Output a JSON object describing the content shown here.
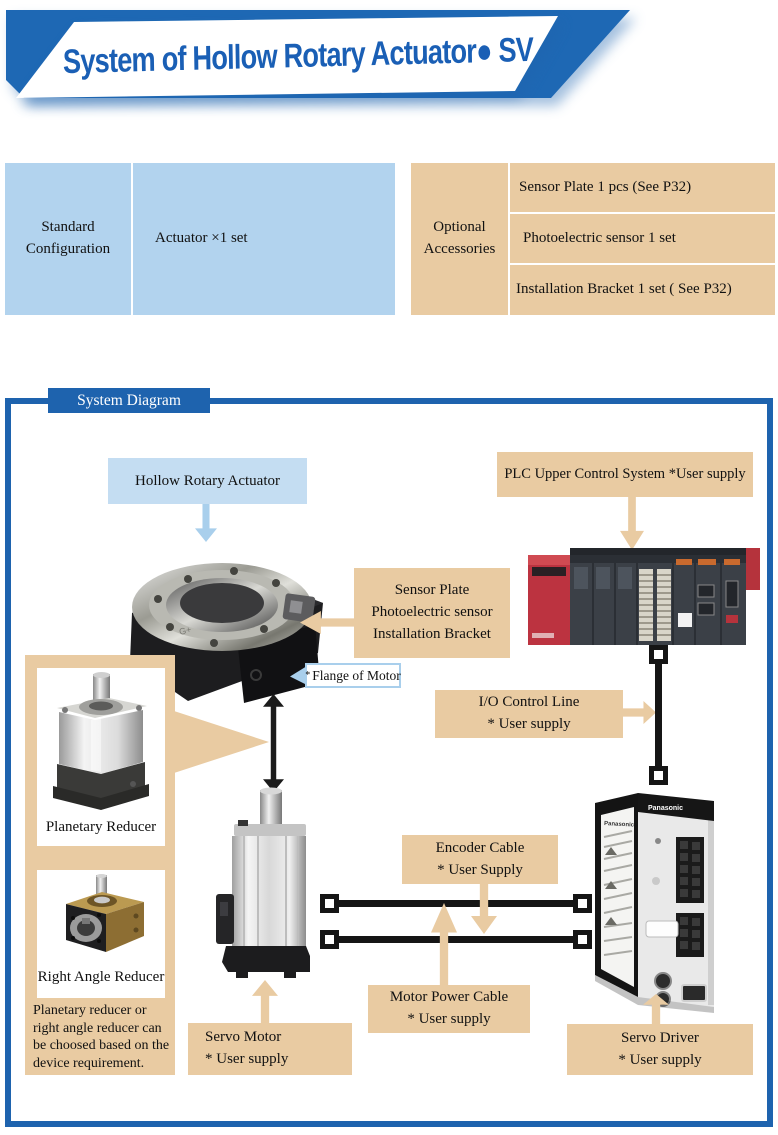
{
  "header": {
    "title": "System of Hollow Rotary Actuator● SV"
  },
  "config_table": {
    "standard_label_line1": "Standard",
    "standard_label_line2": "Configuration",
    "standard_value": "Actuator ×1 set",
    "optional_label_line1": "Optional",
    "optional_label_line2": "Accessories",
    "optional_items": [
      "Sensor Plate 1 pcs (See P32)",
      "Photoelectric sensor 1 set",
      "Installation Bracket 1 set ( See P32)"
    ]
  },
  "diagram": {
    "title": "System Diagram",
    "actuator_label": "Hollow Rotary Actuator",
    "plc_label": "PLC Upper Control System *User supply",
    "sensor_label": [
      "Sensor Plate",
      "Photoelectric sensor",
      "Installation Bracket"
    ],
    "flange_star": "*",
    "flange_label": "Flange of Motor",
    "io_label": [
      "I/O Control Line",
      "* User supply"
    ],
    "encoder_label": [
      "Encoder Cable",
      "* User Supply"
    ],
    "motor_power_label": [
      "Motor Power Cable",
      "* User supply"
    ],
    "servo_motor_label": [
      "Servo Motor",
      "* User supply"
    ],
    "servo_driver_label": [
      "Servo Driver",
      "* User supply"
    ],
    "planetary_label": "Planetary Reducer",
    "right_angle_label": "Right Angle Reducer",
    "note": "Planetary reducer or right angle reducer can be choosed based on the device requirement.",
    "driver_brand": "Panasonic"
  },
  "colors": {
    "accent_blue": "#1e63ae",
    "banner_blue": "#1e68b4",
    "table_blue": "#b2d3ee",
    "label_light_blue": "#c4ddf2",
    "tan": "#e9cba2",
    "line_black": "#151515"
  }
}
